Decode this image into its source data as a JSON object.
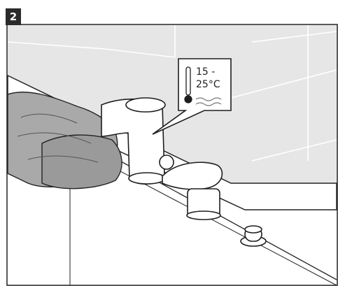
{
  "step": {
    "number": "2"
  },
  "callout": {
    "temp_line1": "15 -",
    "temp_line2": "25°C"
  },
  "icons": [
    "thermometer-icon",
    "water-waves-icon"
  ],
  "colors": {
    "badge": "#2b2b2b",
    "wall": "#e6e6e6",
    "tile_lines": "#ffffff",
    "outline": "#1e1e1e",
    "glove": "#a9a9a9"
  }
}
